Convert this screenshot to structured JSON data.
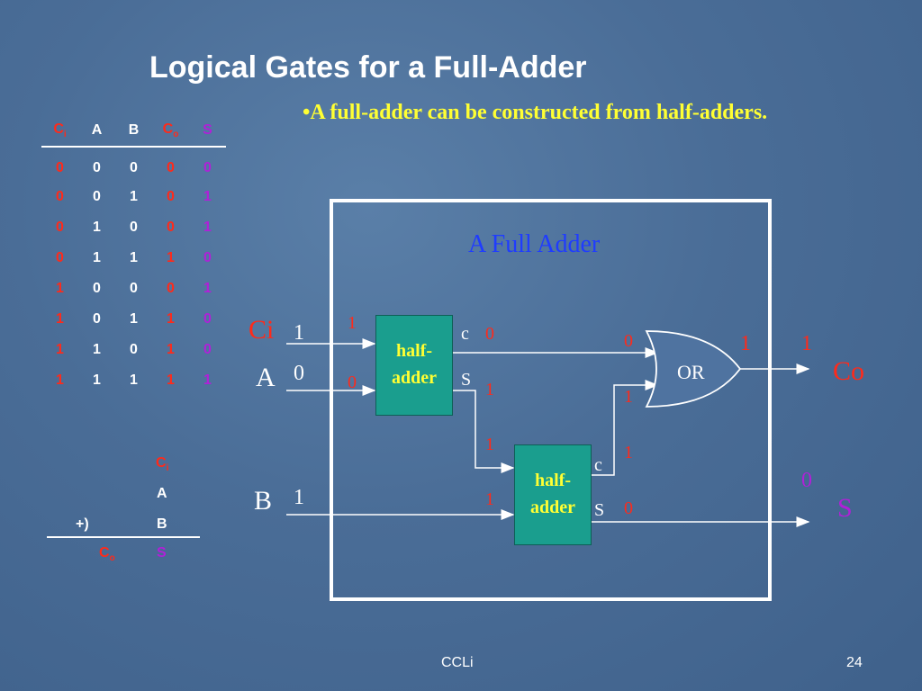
{
  "slide": {
    "title": "Logical Gates for a Full-Adder",
    "bullet": "•A full-adder can be constructed from half-adders.",
    "footer_left": "CCLi",
    "page_number": "24"
  },
  "truth_table": {
    "headers": [
      {
        "main": "C",
        "sub": "i"
      },
      {
        "main": "A",
        "sub": ""
      },
      {
        "main": "B",
        "sub": ""
      },
      {
        "main": "C",
        "sub": "o"
      },
      {
        "main": "S",
        "sub": ""
      }
    ],
    "rows": [
      [
        "0",
        "0",
        "0",
        "0",
        "0"
      ],
      [
        "0",
        "0",
        "1",
        "0",
        "1"
      ],
      [
        "0",
        "1",
        "0",
        "0",
        "1"
      ],
      [
        "0",
        "1",
        "1",
        "1",
        "0"
      ],
      [
        "1",
        "0",
        "0",
        "0",
        "1"
      ],
      [
        "1",
        "0",
        "1",
        "1",
        "0"
      ],
      [
        "1",
        "1",
        "0",
        "1",
        "0"
      ],
      [
        "1",
        "1",
        "1",
        "1",
        "1"
      ]
    ]
  },
  "addition": {
    "ci_main": "C",
    "ci_sub": "i",
    "a": "A",
    "op": "+)",
    "b": "B",
    "co_main": "C",
    "co_sub": "o",
    "s": "S"
  },
  "diagram": {
    "title": "A Full Adder",
    "half_adder_line1": "half-",
    "half_adder_line2": "adder",
    "or_label": "OR",
    "input_ci": "Ci",
    "input_a": "A",
    "input_b": "B",
    "output_co": "Co",
    "output_s": "S",
    "port_c": "c",
    "port_s": "S",
    "val_ci": "1",
    "val_a": "0",
    "val_b": "1",
    "ha1_in_top": "1",
    "ha1_in_bottom": "0",
    "ha1_c_out": "0",
    "ha1_s_out": "1",
    "or_in_top": "0",
    "or_in_bottom": "1",
    "or_out": "1",
    "co_val": "1",
    "ha2_in_top": "1",
    "ha2_in_bottom": "1",
    "ha2_c_out": "1",
    "ha2_s_out": "0",
    "s_val": "0"
  },
  "colors": {
    "title": "#ffffff",
    "bullet": "#ffff33",
    "diagram_title": "#1f3cff",
    "red": "#ff2a1a",
    "purple": "#b020d8",
    "half_adder_fill": "#1a9e8e"
  }
}
